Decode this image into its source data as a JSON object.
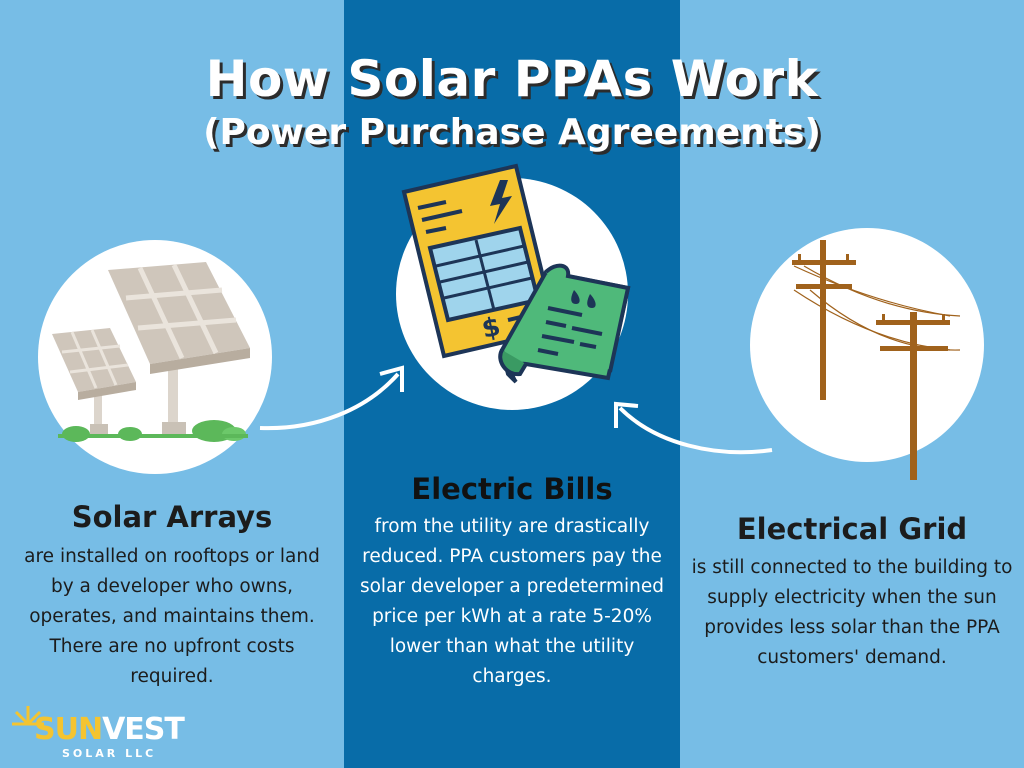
{
  "title": {
    "main": "How Solar PPAs Work",
    "sub": "(Power Purchase Agreements)"
  },
  "columns": {
    "left": {
      "heading": "Solar Arrays",
      "text": "are installed on rooftops or land by a developer who owns, operates, and maintains them. There are no upfront costs required.",
      "icon": "solar-panel-icon"
    },
    "middle": {
      "heading": "Electric Bills",
      "text": "from the utility are drastically reduced. PPA customers pay the solar developer a predetermined price per kWh at a rate 5-20% lower than what the utility charges.",
      "icon": "bill-icon"
    },
    "right": {
      "heading": "Electrical Grid",
      "text": "is still connected to the building to supply electricity when the sun provides less solar than the PPA customers' demand.",
      "icon": "power-pole-icon"
    }
  },
  "logo": {
    "sun": "SUN",
    "vest": "VEST",
    "sub": "SOLAR LLC"
  },
  "colors": {
    "side_panel": "#77bde6",
    "middle_panel": "#086ca8",
    "bill_yellow": "#f4c431",
    "receipt_green": "#4fb97a",
    "pole_brown": "#a0621c"
  }
}
